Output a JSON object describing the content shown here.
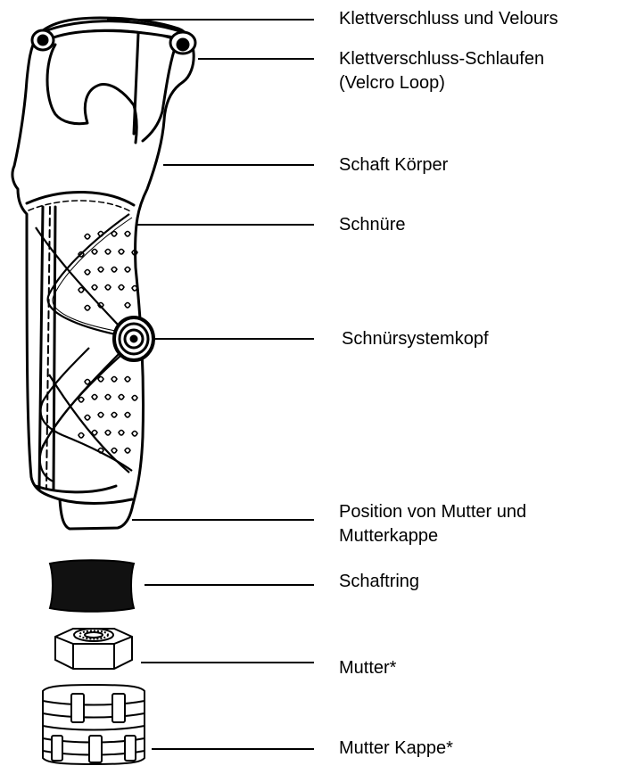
{
  "diagram": {
    "labels": {
      "velcro_velours": "Klettverschluss und Velours",
      "velcro_loop_1": "Klettverschluss-Schlaufen",
      "velcro_loop_2": "(Velcro Loop)",
      "shaft_body": "Schaft Körper",
      "laces": "Schnüre",
      "lacing_head": "Schnürsystemkopf",
      "nut_position_1": "Position von Mutter und",
      "nut_position_2": "Mutterkappe",
      "shaft_ring": "Schaftring",
      "nut": "Mutter*",
      "nut_cap": "Mutter Kappe*"
    }
  }
}
